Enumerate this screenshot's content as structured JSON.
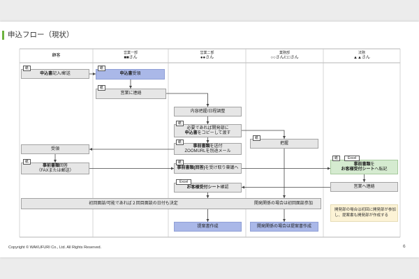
{
  "slide": {
    "title": "申込フロー（現状）",
    "copyright": "Copyright © WAKUFURI Co., Ltd. All Rights Reserved.",
    "page_number": "6"
  },
  "lanes": {
    "customer": {
      "label": "顧客"
    },
    "sales1": {
      "dept": "営業一部",
      "person": "■■さん"
    },
    "sales2": {
      "dept": "営業二部",
      "person": "●●さん"
    },
    "operations": {
      "dept": "業務部",
      "person": "○○さん/□□さん"
    },
    "legal": {
      "dept": "法務",
      "person": "▲▲さん"
    }
  },
  "tags": {
    "paper": "紙",
    "excel": "Excel"
  },
  "steps": {
    "customer_fill": {
      "bold": "申込書",
      "text": "記入/郵送"
    },
    "sales1_receive": {
      "bold": "申込書",
      "text": "受領"
    },
    "sales1_contact": {
      "text": "営業に連絡"
    },
    "sales2_review": {
      "text": "内容把握/日程調整"
    },
    "sales2_copy": {
      "line1": "必要であれば開発部に",
      "bold": "申込書",
      "text": "をコピーして渡す"
    },
    "ops_grasp": {
      "text": "把握"
    },
    "sales2_send": {
      "bold": "事前書類",
      "text": "を送付",
      "line2": "ZOOMURLを別途メール"
    },
    "customer_receive": {
      "text": "受領"
    },
    "customer_answer": {
      "bold": "事前書類",
      "text": "回答",
      "line2": "（FAXまたは郵送）"
    },
    "sales2_receive_answer": {
      "bold": "事前書類(回答)",
      "text": "を受け取り稟議へ"
    },
    "legal_transfer": {
      "bold1": "事前書類",
      "text1": "を",
      "bold2": "お客様受付シート",
      "text2": "へ転記"
    },
    "legal_contact": {
      "text": "営業へ連絡"
    },
    "sales2_check": {
      "bold": "お客様受付シート",
      "text": "確認"
    },
    "meeting": {
      "text": "初回面談/可能であれば２回目面談の日付も決定",
      "dev_text": "開発関係の場合は初回面談参加"
    },
    "sales2_proposal": {
      "text": "提案書作成"
    },
    "ops_proposal": {
      "text": "開発関係の場合は提案書作成"
    }
  },
  "note": {
    "lines": [
      "開発部の場合は初回に開発部が参加",
      "し、提案書も開発部が作成する"
    ]
  },
  "colors": {
    "accent": "#6db33f",
    "box_fill": "#e6e6e6",
    "highlight_blue": "#aab8e8",
    "highlight_green": "#d5ebd0",
    "note_yellow": "#fcf3d6"
  }
}
